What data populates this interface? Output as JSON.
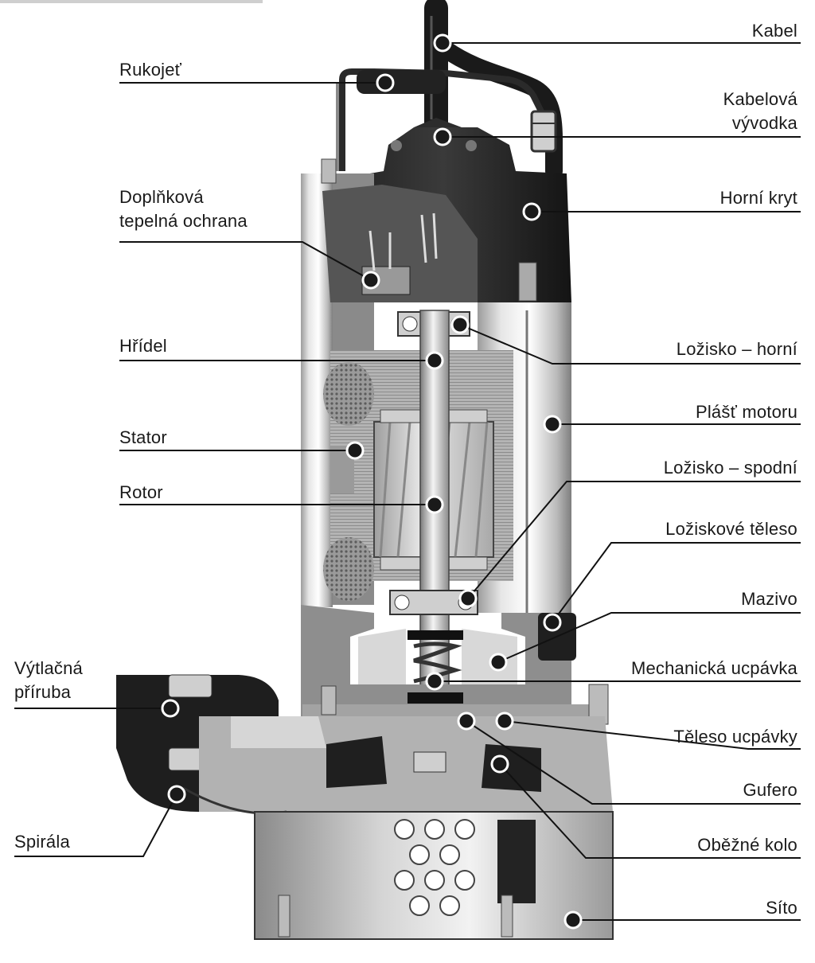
{
  "diagram": {
    "labels": {
      "kabel": "Kabel",
      "kabelova_vyvodka": "Kabelová\nvývodka",
      "horni_kryt": "Horní kryt",
      "lozisko_horni": "Ložisko – horní",
      "plast_motoru": "Plášť motoru",
      "lozisko_spodni": "Ložisko – spodní",
      "loziskove_teleso": "Ložiskové těleso",
      "mazivo": "Mazivo",
      "mechanicka_ucpavka": "Mechanická ucpávka",
      "teleso_ucpavky": "Těleso ucpávky",
      "gufero": "Gufero",
      "obezne_kolo": "Oběžné kolo",
      "sito": "Síto",
      "rukojet": "Rukojeť",
      "doplnkova_ochrana": "Doplňková\ntepelná ochrana",
      "hridel": "Hřídel",
      "stator": "Stator",
      "rotor": "Rotor",
      "vytlacna_priruba": "Výtlačná\npříruba",
      "spirala": "Spirála"
    }
  }
}
